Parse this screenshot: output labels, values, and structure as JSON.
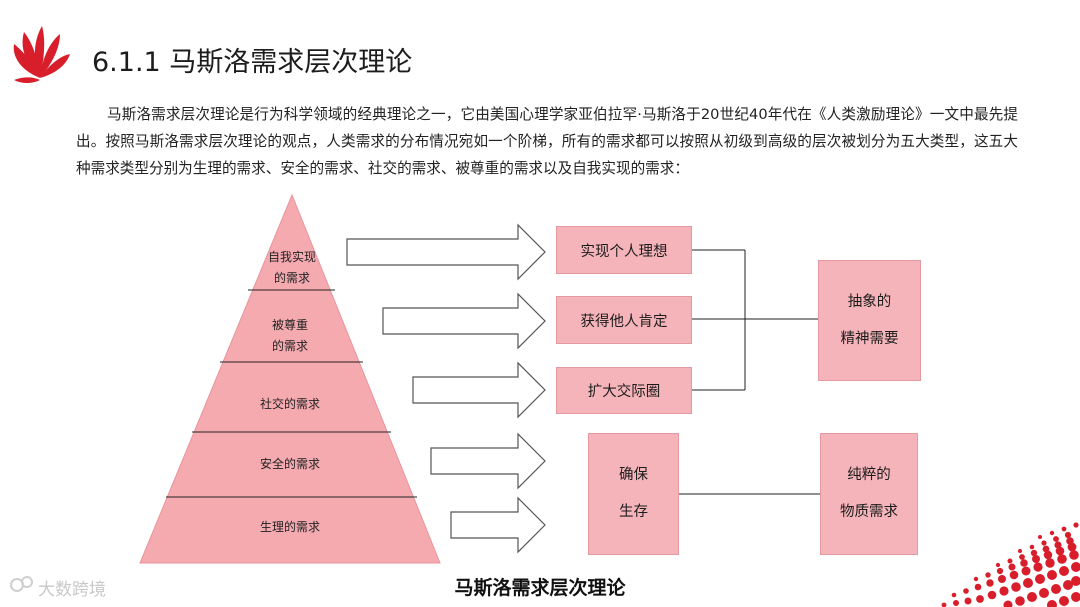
{
  "header": {
    "logo_icon": "red-fan-logo-icon",
    "logo_text": "",
    "title": "6.1.1 马斯洛需求层次理论"
  },
  "intro": "马斯洛需求层次理论是行为科学领域的经典理论之一，它由美国心理学家亚伯拉罕·马斯洛于20世纪40年代在《人类激励理论》一文中最先提出。按照马斯洛需求层次理论的观点，人类需求的分布情况宛如一个阶梯，所有的需求都可以按照从初级到高级的层次被划分为五大类型，这五大种需求类型分别为生理的需求、安全的需求、社交的需求、被尊重的需求以及自我实现的需求：",
  "pyramid": {
    "levels": [
      {
        "line1": "自我实现",
        "line2": "的需求"
      },
      {
        "line1": "被尊重",
        "line2": "的需求"
      },
      {
        "line1": "社交的需求",
        "line2": ""
      },
      {
        "line1": "安全的需求",
        "line2": ""
      },
      {
        "line1": "生理的需求",
        "line2": ""
      }
    ]
  },
  "boxes": {
    "self_actualization": "实现个人理想",
    "esteem": "获得他人肯定",
    "social": "扩大交际圈",
    "survival_line1": "确保",
    "survival_line2": "生存",
    "spiritual_line1": "抽象的",
    "spiritual_line2": "精神需要",
    "material_line1": "纯粹的",
    "material_line2": "物质需求"
  },
  "caption": "马斯洛需求层次理论",
  "watermark": "大数跨境",
  "colors": {
    "pyramid_fill": "#f5aab0",
    "box_fill": "#f5b4b9",
    "accent_red": "#d91e2b"
  }
}
